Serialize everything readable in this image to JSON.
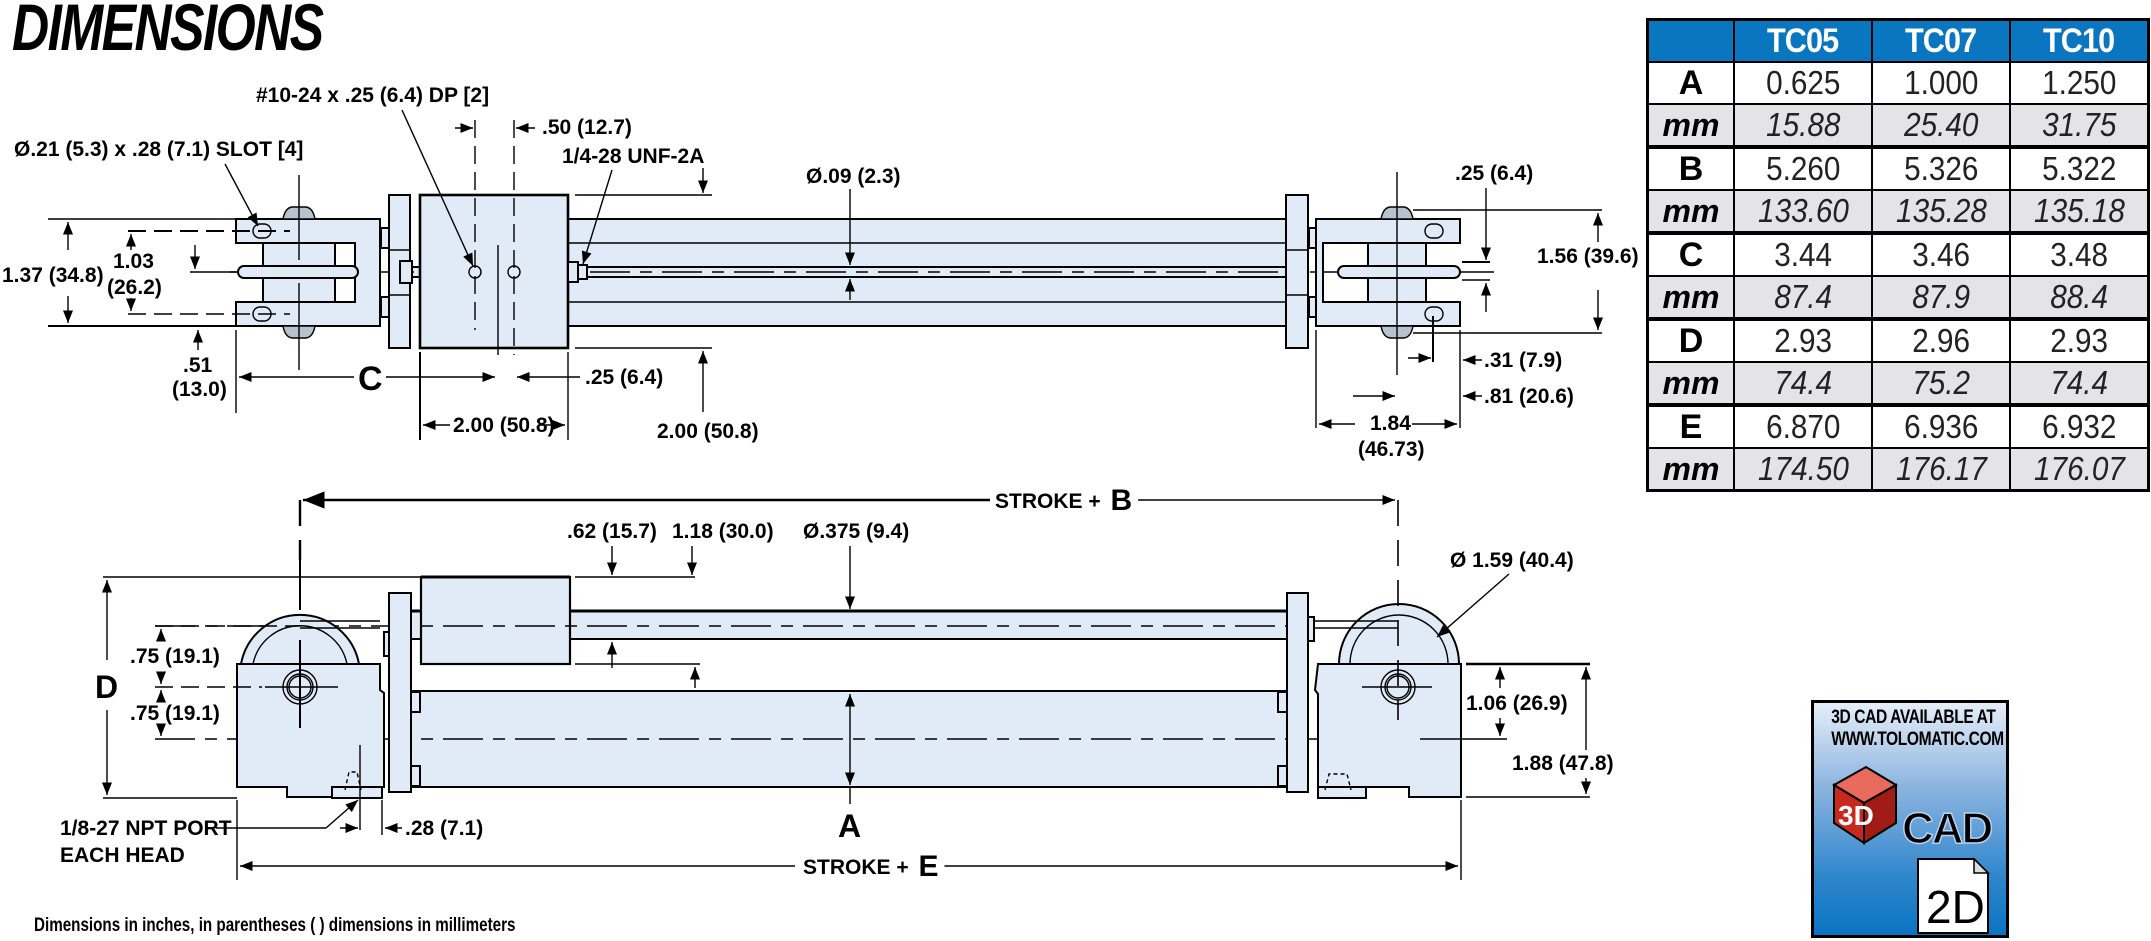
{
  "title": "DIMENSIONS",
  "footnote": "Dimensions in inches, in parentheses ( ) dimensions in millimeters",
  "top_view": {
    "slot_label": "Ø.21 (5.3) x .28 (7.1) SLOT [4]",
    "tap_label": "#10-24 x .25 (6.4) DP [2]",
    "spacing_label": ".50 (12.7)",
    "thread_label": "1/4-28 UNF-2A",
    "cable_dia_label": "Ø.09 (2.3)",
    "height_left_label": "1.37 (34.8)",
    "slot_span_value": "1.03",
    "slot_span_mm": "(26.2)",
    "offset_value": ".51",
    "offset_mm": "(13.0)",
    "c_label": "C",
    "hole_offset_label": ".25 (6.4)",
    "carriage_length_label": "2.00 (50.8)",
    "carriage_height_label": "2.00 (50.8)",
    "right_gap_label": ".25 (6.4)",
    "height_right_label": "1.56 (39.6)",
    "slot_offset_label": ".31 (7.9)",
    "pin_offset_label": ".81 (20.6)",
    "clevis_length_value": "1.84",
    "clevis_length_mm": "(46.73)"
  },
  "side_view": {
    "stroke_b_prefix": "STROKE + ",
    "stroke_b_letter": "B",
    "carriage_top_label": ".62 (15.7)",
    "carriage_top2_label": "1.18 (30.0)",
    "rod_dia_label": "Ø.375 (9.4)",
    "pulley_dia_label": "Ø 1.59 (40.4)",
    "d_label": "D",
    "upper_offset_label": ".75 (19.1)",
    "lower_offset_label": ".75 (19.1)",
    "head_center_label": "1.06 (26.9)",
    "head_height_label": "1.88 (47.8)",
    "a_label": "A",
    "port_label_line1": "1/8-27 NPT PORT",
    "port_label_line2": "EACH HEAD",
    "port_offset_label": ".28 (7.1)",
    "stroke_e_prefix": "STROKE + ",
    "stroke_e_letter": "E"
  },
  "table": {
    "columns": [
      "TC05",
      "TC07",
      "TC10"
    ],
    "rows": [
      {
        "label": "A",
        "unit": "inch",
        "values": [
          "0.625",
          "1.000",
          "1.250"
        ]
      },
      {
        "label": "mm",
        "unit": "mm",
        "values": [
          "15.88",
          "25.40",
          "31.75"
        ]
      },
      {
        "label": "B",
        "unit": "inch",
        "values": [
          "5.260",
          "5.326",
          "5.322"
        ]
      },
      {
        "label": "mm",
        "unit": "mm",
        "values": [
          "133.60",
          "135.28",
          "135.18"
        ]
      },
      {
        "label": "C",
        "unit": "inch",
        "values": [
          "3.44",
          "3.46",
          "3.48"
        ]
      },
      {
        "label": "mm",
        "unit": "mm",
        "values": [
          "87.4",
          "87.9",
          "88.4"
        ]
      },
      {
        "label": "D",
        "unit": "inch",
        "values": [
          "2.93",
          "2.96",
          "2.93"
        ]
      },
      {
        "label": "mm",
        "unit": "mm",
        "values": [
          "74.4",
          "75.2",
          "74.4"
        ]
      },
      {
        "label": "E",
        "unit": "inch",
        "values": [
          "6.870",
          "6.936",
          "6.932"
        ]
      },
      {
        "label": "mm",
        "unit": "mm",
        "values": [
          "174.50",
          "176.17",
          "176.07"
        ]
      }
    ]
  },
  "cad_badge": {
    "line1": "3D CAD AVAILABLE AT",
    "line2": "WWW.TOLOMATIC.COM",
    "cube_text": "3D",
    "cad_text": "CAD",
    "doc_text": "2D"
  },
  "colors": {
    "header_blue": "#0b76c0",
    "part_fill": "#e1ebf7",
    "mm_row_fill": "#e4e4e6",
    "cube_red": "#c8281e"
  }
}
